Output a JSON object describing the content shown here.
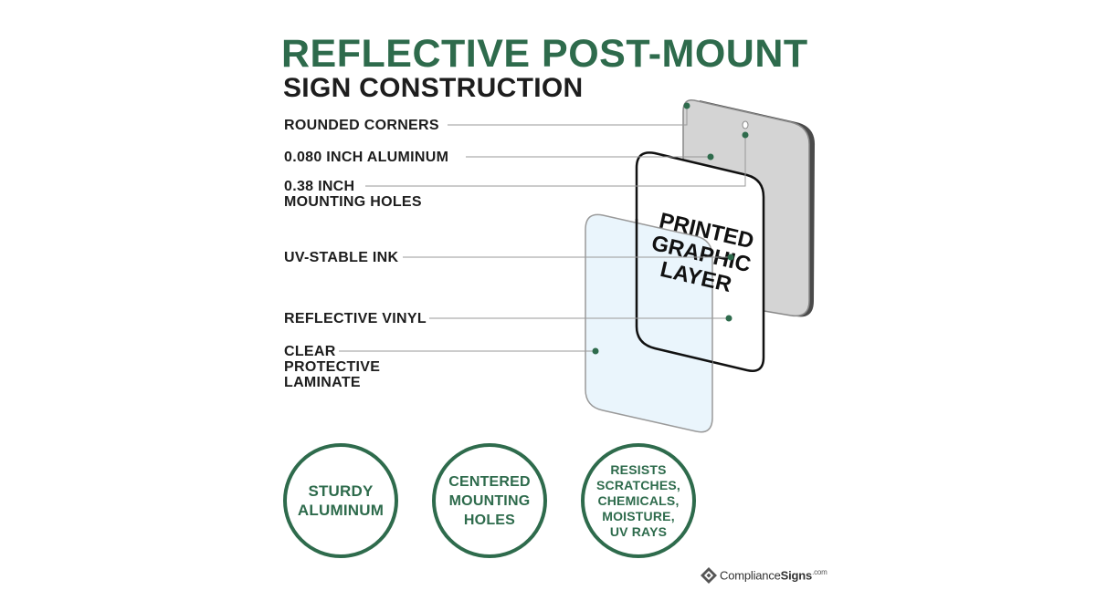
{
  "title": "REFLECTIVE POST-MOUNT",
  "subtitle": "SIGN CONSTRUCTION",
  "labels": {
    "rounded_corners": "ROUNDED CORNERS",
    "aluminum": "0.080 INCH ALUMINUM",
    "holes_line1": "0.38 INCH",
    "holes_line2": "MOUNTING HOLES",
    "uv_ink": "UV-STABLE INK",
    "reflective_vinyl": "REFLECTIVE VINYL",
    "laminate_line1": "CLEAR",
    "laminate_line2": "PROTECTIVE",
    "laminate_line3": "LAMINATE"
  },
  "graphic_layer": {
    "line1": "PRINTED",
    "line2": "GRAPHIC",
    "line3": "LAYER"
  },
  "badges": [
    {
      "lines": [
        "STURDY",
        "ALUMINUM"
      ]
    },
    {
      "lines": [
        "CENTERED",
        "MOUNTING",
        "HOLES"
      ]
    },
    {
      "lines": [
        "RESISTS",
        "SCRATCHES,",
        "CHEMICALS,",
        "MOISTURE,",
        "UV RAYS"
      ]
    }
  ],
  "logo": {
    "part1": "Compliance",
    "part2": "Signs",
    "suffix": ".com"
  },
  "colors": {
    "accent_green": "#2e6b4c",
    "text_dark": "#1d1d1d",
    "aluminum_gray": "#d4d4d4",
    "laminate_blue": "#e6f3fb"
  }
}
